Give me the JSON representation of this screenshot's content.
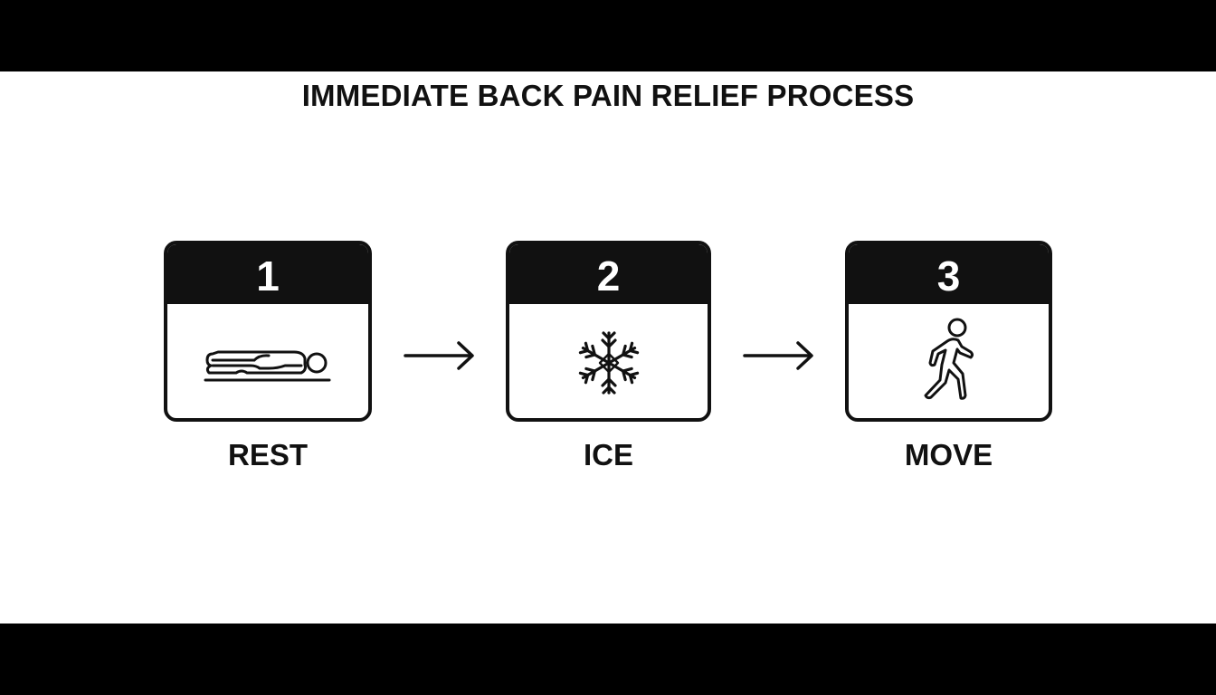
{
  "title": "IMMEDIATE BACK PAIN RELIEF PROCESS",
  "steps": [
    {
      "number": "1",
      "label": "REST",
      "icon": "person-lying-icon"
    },
    {
      "number": "2",
      "label": "ICE",
      "icon": "snowflake-icon"
    },
    {
      "number": "3",
      "label": "MOVE",
      "icon": "walking-person-icon"
    }
  ],
  "connector_icon": "right-arrow-icon",
  "colors": {
    "background": "#ffffff",
    "letterbox": "#000000",
    "ink": "#111111"
  }
}
